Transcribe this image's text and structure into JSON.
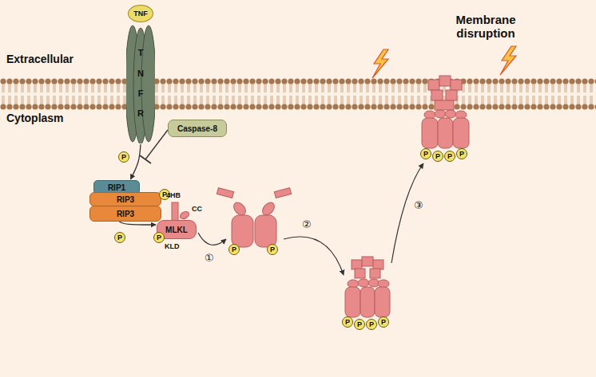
{
  "diagram": {
    "nodes": [
      {
        "text": [
          "TNF"
        ]
      },
      {
        "text": [
          "TNFR"
        ]
      },
      {
        "text": [
          "Caspase-8"
        ]
      },
      {
        "text": [
          "P"
        ]
      },
      {
        "text": [
          "RIP1"
        ]
      },
      {
        "text": [
          "RIP3"
        ]
      },
      {
        "text": [
          "RIP3"
        ]
      },
      {
        "text": [
          "P"
        ]
      },
      {
        "text": [
          "P"
        ]
      },
      {
        "text": [
          "MLKL"
        ]
      },
      {
        "text": [
          "P"
        ]
      },
      {
        "text": [
          "P"
        ]
      },
      {
        "text": [
          "P"
        ]
      },
      {
        "text": [
          "P"
        ]
      },
      {
        "text": [
          "P"
        ]
      },
      {
        "text": [
          "P"
        ]
      },
      {
        "text": [
          "P"
        ]
      },
      {
        "text": [
          "P"
        ]
      },
      {
        "text": [
          "P"
        ]
      },
      {
        "text": [
          "P"
        ]
      },
      {
        "text": [
          "P"
        ]
      }
    ],
    "edges": [
      {
        "from": 1,
        "to": 4,
        "arrow": "to"
      },
      {
        "from": 6,
        "to": 9,
        "arrow": "to"
      }
    ],
    "labels": [
      "Extracellular",
      "Cytoplasm",
      "Membrane disruption",
      "4HB",
      "CC",
      "KLD",
      "①",
      "②",
      "③"
    ]
  }
}
